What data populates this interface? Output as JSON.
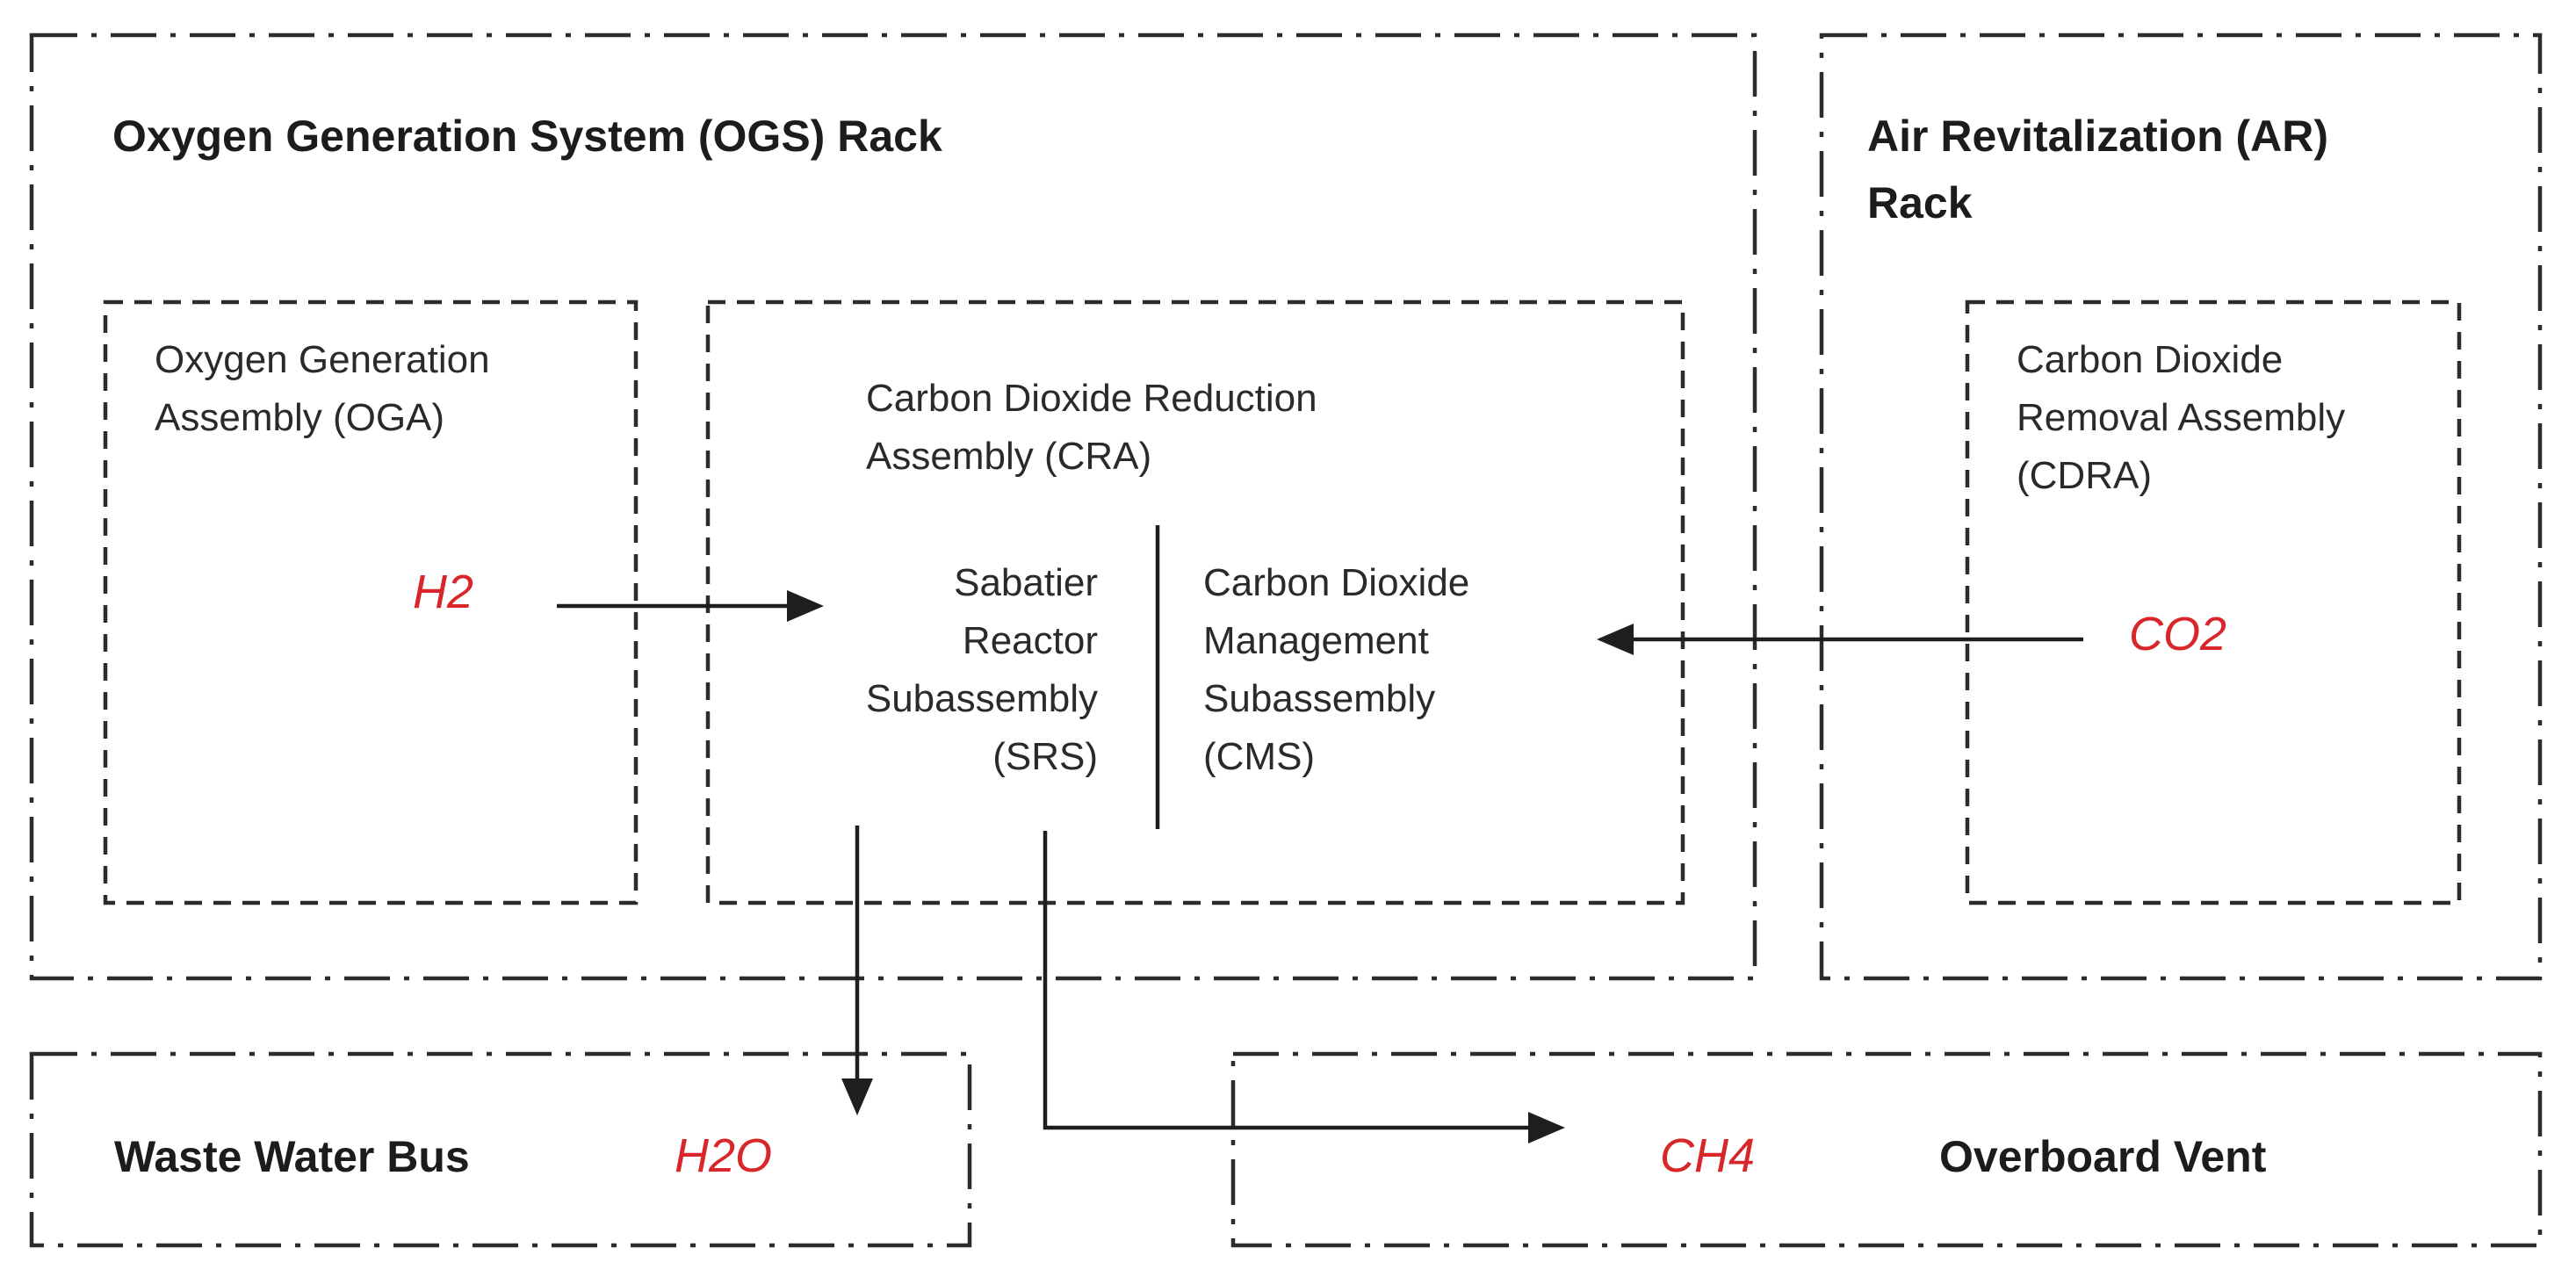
{
  "racks": {
    "ogs": {
      "title": "Oxygen Generation System (OGS) Rack"
    },
    "ar": {
      "title_line1": "Air Revitalization (AR)",
      "title_line2": "Rack"
    }
  },
  "assemblies": {
    "oga": {
      "line1": "Oxygen Generation",
      "line2": "Assembly (OGA)"
    },
    "cra": {
      "line1": "Carbon Dioxide Reduction",
      "line2": "Assembly (CRA)",
      "srs": {
        "line1": "Sabatier",
        "line2": "Reactor",
        "line3": "Subassembly",
        "line4": "(SRS)"
      },
      "cms": {
        "line1": "Carbon Dioxide",
        "line2": "Management",
        "line3": "Subassembly",
        "line4": "(CMS)"
      }
    },
    "cdra": {
      "line1": "Carbon Dioxide",
      "line2": "Removal Assembly",
      "line3": "(CDRA)"
    }
  },
  "outputs": {
    "waste_water": {
      "label": "Waste Water Bus"
    },
    "overboard": {
      "label": "Overboard Vent"
    }
  },
  "gases": {
    "h2": "H2",
    "co2": "CO2",
    "h2o": "H2O",
    "ch4": "CH4"
  },
  "colors": {
    "gas_label": "#d8262a",
    "line": "#1e1e1e"
  }
}
